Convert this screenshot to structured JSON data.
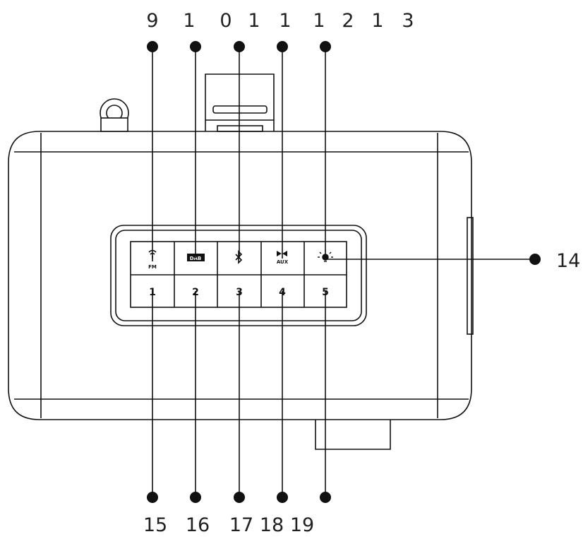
{
  "diagram": {
    "top_callouts": [
      "9",
      "1",
      "0",
      "1",
      "1",
      "1",
      "2",
      "1",
      "3"
    ],
    "right_callout": "14",
    "bottom_callouts": [
      "15",
      "16",
      "17",
      "18",
      "19"
    ],
    "keys_top": [
      {
        "icon": "antenna-icon",
        "label": "FM"
      },
      {
        "icon": "dab-logo-icon",
        "label": "DAB"
      },
      {
        "icon": "bluetooth-icon",
        "label": ""
      },
      {
        "icon": "aux-input-icon",
        "label": "AUX"
      },
      {
        "icon": "light-bulb-icon",
        "label": ""
      }
    ],
    "keys_bottom": [
      "1",
      "2",
      "3",
      "4",
      "5"
    ],
    "colors": {
      "stroke": "#111111",
      "text": "#222222",
      "background": "#ffffff"
    }
  }
}
